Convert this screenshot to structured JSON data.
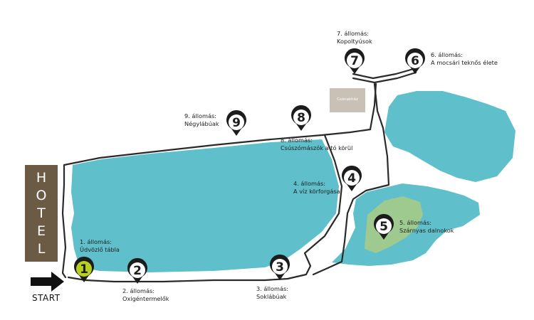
{
  "hotel": {
    "letters": [
      "H",
      "O",
      "T",
      "E",
      "L"
    ],
    "color": "#6b5a44"
  },
  "start_label": "START",
  "boathouse_label": "Csónakház",
  "colors": {
    "water": "#5fc0cb",
    "reed": "#9ec98f",
    "path": "#2a2a2a",
    "marker": "#1c1c1c",
    "marker_first": "#b7cf1e",
    "boathouse": "#c9c0b6"
  },
  "stations": [
    {
      "number": "1",
      "label_line1": "1. állomás:",
      "label_line2": "Üdvözlő tábla"
    },
    {
      "number": "2",
      "label_line1": "2. állomás:",
      "label_line2": "Oxigéntermelők"
    },
    {
      "number": "3",
      "label_line1": "3. állomás:",
      "label_line2": "Soklábúak"
    },
    {
      "number": "4",
      "label_line1": "4. állomás:",
      "label_line2": "A víz körforgása"
    },
    {
      "number": "5",
      "label_line1": "5. állomás:",
      "label_line2": "Szárnyas dalnokok"
    },
    {
      "number": "6",
      "label_line1": "6. állomás:",
      "label_line2": "A mocsári teknős élete"
    },
    {
      "number": "7",
      "label_line1": "7. állomás:",
      "label_line2": "Kopoltyúsok"
    },
    {
      "number": "8",
      "label_line1": "8. állomás:",
      "label_line2": "Csúszómászók a tó körül"
    },
    {
      "number": "9",
      "label_line1": "9. állomás:",
      "label_line2": "Négylábúak"
    }
  ]
}
